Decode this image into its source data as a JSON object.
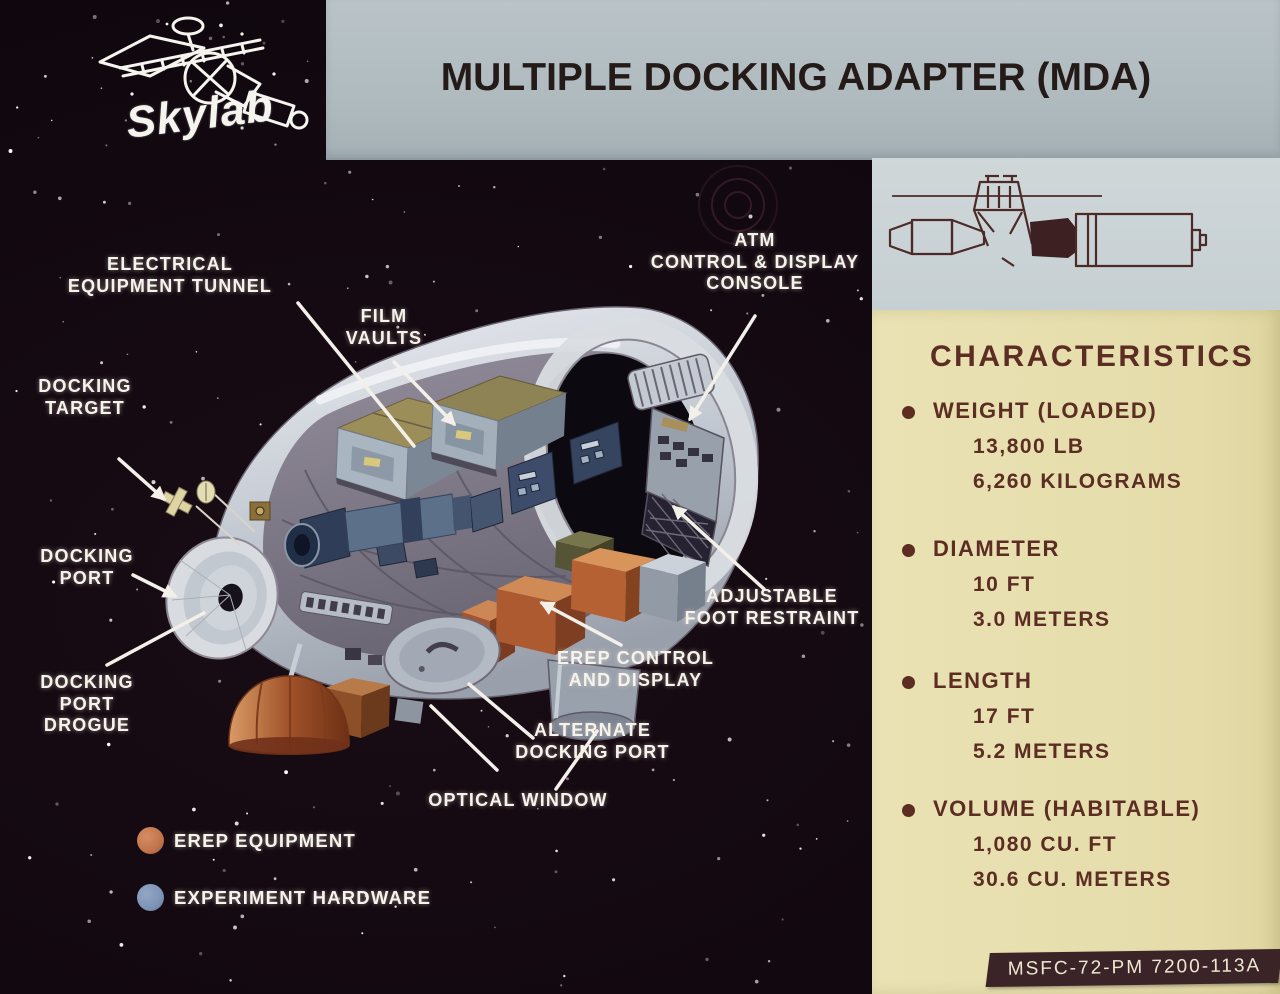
{
  "poster": {
    "title": "MULTIPLE DOCKING ADAPTER (MDA)",
    "logo_brand": "Skylab"
  },
  "characteristics": {
    "heading": "CHARACTERISTICS",
    "items": [
      {
        "name": "WEIGHT (LOADED)",
        "values": [
          "13,800 LB",
          "6,260 KILOGRAMS"
        ]
      },
      {
        "name": "DIAMETER",
        "values": [
          "10 FT",
          "3.0 METERS"
        ]
      },
      {
        "name": "LENGTH",
        "values": [
          "17 FT",
          "5.2 METERS"
        ]
      },
      {
        "name": "VOLUME (HABITABLE)",
        "values": [
          "1,080 CU. FT",
          "30.6 CU. METERS"
        ]
      }
    ]
  },
  "diagram_labels": {
    "electrical_equipment_tunnel": "ELECTRICAL\nEQUIPMENT TUNNEL",
    "film_vaults": "FILM\nVAULTS",
    "atm_console": "ATM\nCONTROL & DISPLAY\nCONSOLE",
    "docking_target": "DOCKING\nTARGET",
    "docking_port": "DOCKING\nPORT",
    "docking_port_drogue": "DOCKING\nPORT\nDROGUE",
    "adjustable_foot_restraint": "ADJUSTABLE\nFOOT RESTRAINT",
    "erep_control_display": "EREP CONTROL\nAND DISPLAY",
    "alternate_docking_port": "ALTERNATE\nDOCKING PORT",
    "optical_window": "OPTICAL WINDOW"
  },
  "legend": {
    "items": [
      {
        "label": "EREP EQUIPMENT",
        "color": "#c0744c"
      },
      {
        "label": "EXPERIMENT HARDWARE",
        "color": "#7e94b6"
      }
    ]
  },
  "footer": {
    "document_number": "MSFC-72-PM 7200-113A"
  },
  "colors": {
    "background_dark": "#140a10",
    "title_bar": "#b0bcc1",
    "mini_diagram_panel": "#ccd4d7",
    "characteristics_bg": "#e5dcaa",
    "characteristics_text": "#5c2d23",
    "footer_bar": "#3a2427",
    "label_text": "#f6f3ec",
    "erep_orange": "#c0744c",
    "experiment_blue": "#7e94b6"
  }
}
